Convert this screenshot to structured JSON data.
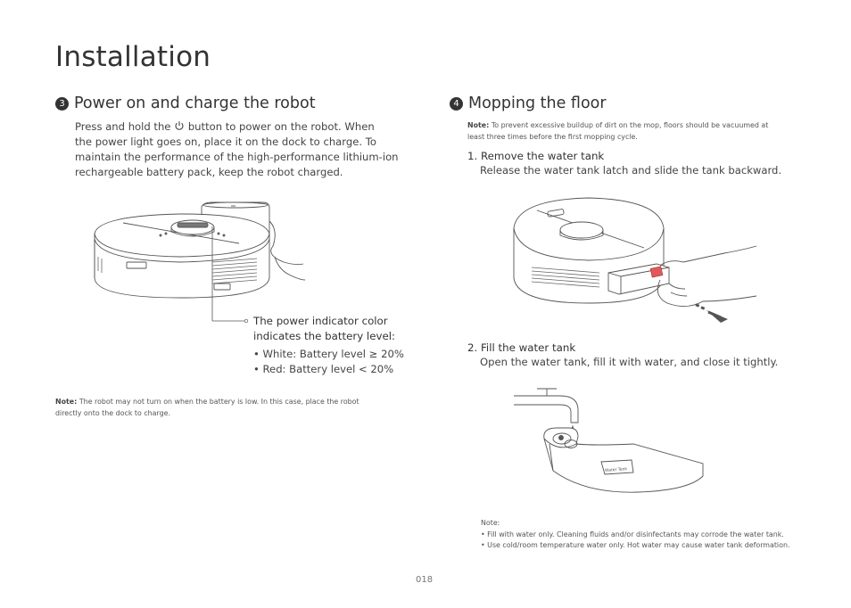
{
  "page": {
    "title": "Installation",
    "page_number": "018"
  },
  "section_power": {
    "number": "3",
    "heading": "Power on and charge the robot",
    "intro_before_icon": "Press and hold the",
    "power_icon": "power-icon",
    "intro_after_icon": "button to power on the robot. When",
    "intro_line2": "the power light goes on, place it on the dock to charge. To",
    "intro_line3": "maintain the performance of the high-performance lithium-ion",
    "intro_line4": "rechargeable battery pack, keep the robot charged.",
    "callout_title_line1": "The power indicator color",
    "callout_title_line2": "indicates the battery level:",
    "bullets": [
      "• White: Battery level ≥ 20%",
      "• Red: Battery level < 20%"
    ],
    "note_label": "Note:",
    "note_line1": "The robot may not turn on when the battery is low. In this case, place the robot",
    "note_line2": "directly onto the dock to charge."
  },
  "section_mop": {
    "number": "4",
    "heading": "Mopping the floor",
    "note_label": "Note:",
    "note_line1": "To prevent excessive buildup of dirt on the mop, floors should be vacuumed at",
    "note_line2": "least three times before the first mopping cycle.",
    "step1_title": "1. Remove the water tank",
    "step1_body": "Release the water tank latch and slide the tank backward.",
    "step2_title": "2. Fill the water tank",
    "step2_body": "Open the water tank, fill it with water, and close it tightly.",
    "tank_label": "Water Tank",
    "bottom_note_label": "Note:",
    "bottom_note_items": [
      "• Fill with water only. Cleaning fluids and/or disinfectants may corrode the water tank.",
      "• Use cold/room temperature water only. Hot water may cause water tank deformation."
    ]
  },
  "colors": {
    "text": "#333333",
    "line_art": "#555555",
    "latch_accent": "#e0595a"
  }
}
